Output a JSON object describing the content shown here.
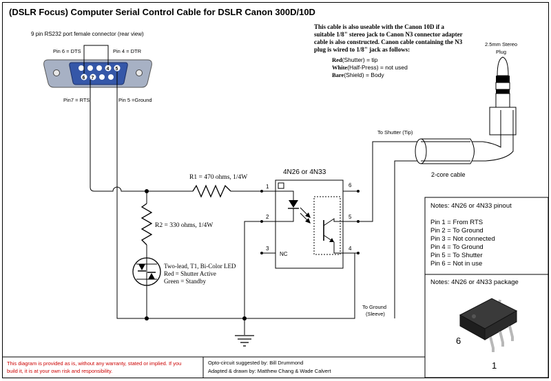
{
  "title": "(DSLR Focus) Computer Serial Control Cable for DSLR Canon 300D/10D",
  "connector": {
    "heading": "9 pin RS232 port female connector (rear view)",
    "pin6_label": "Pin 6 = DTS",
    "pin4_label": "Pin 4 = DTR",
    "pin7_label": "Pin7 = RTS",
    "pin5_label": "Pin 5 =Ground",
    "pins": [
      "6",
      "7",
      "4",
      "5"
    ]
  },
  "canon_note": {
    "line1": "This cable is also useable with the Canon 10D if a",
    "line2": "suitable 1/8\" stereo jack to Canon N3 connector adapter",
    "line3": "cable is also constructed.  Canon cable containing the N3",
    "line4": "plug is wired to 1/8\" jack as follows:",
    "red_bold": "Red",
    "red_rest": "(Shutter) = tip",
    "white_bold": "White",
    "white_rest": "(Half-Press) = not used",
    "bare_bold": "Bare",
    "bare_rest": "(Shield) = Body"
  },
  "plug": {
    "line1": "2.5mm Stereo",
    "line2": "Plug"
  },
  "cable": {
    "shutter_label": "To Shutter (Tip)",
    "two_core_label": "2-core cable",
    "ground_line1": "To Ground",
    "ground_line2": "(Sleeve)"
  },
  "r1_label": "R1 = 470 ohms, 1/4W",
  "r2_label": "R2 = 330 ohms, 1/4W",
  "led": {
    "line1": "Two-lead, T1, Bi-Color LED",
    "line2": "Red = Shutter Active",
    "line3": "Green = Standby"
  },
  "opto": {
    "label": "4N26 or 4N33",
    "pin1": "1",
    "pin2": "2",
    "pin3": "3",
    "pin4": "4",
    "pin5": "5",
    "pin6": "6",
    "nc": "NC"
  },
  "pinout_notes": {
    "title": "Notes: 4N26 or 4N33 pinout",
    "lines": [
      "Pin 1 = From RTS",
      "Pin 2 = To Ground",
      "Pin 3 = Not connected",
      "Pin 4 = To Ground",
      "Pin 5 = To Shutter",
      "Pin 6 = Not in use"
    ]
  },
  "package_notes": {
    "title": "Notes: 4N26 or 4N33 package",
    "pin6": "6",
    "pin1": "1"
  },
  "footer": {
    "disclaimer1": "This diagram is provided as is, without any warranty, stated or implied.  If you",
    "disclaimer2": "build it, it is at your own risk and responsibility.",
    "credit1": "Opto-circuit suggested by:  Bill Drummond",
    "credit2": "Adapted & drawn by:  Matthew Chang & Wade Calvert"
  },
  "colors": {
    "line": "#000000",
    "connector_shell": "#a7b1c4",
    "connector_face": "#3557a8",
    "pin": "#ffffff",
    "disclaimer": "#cc0000",
    "package_body": "#2a2a2a",
    "package_leads": "#b8b8b8"
  }
}
